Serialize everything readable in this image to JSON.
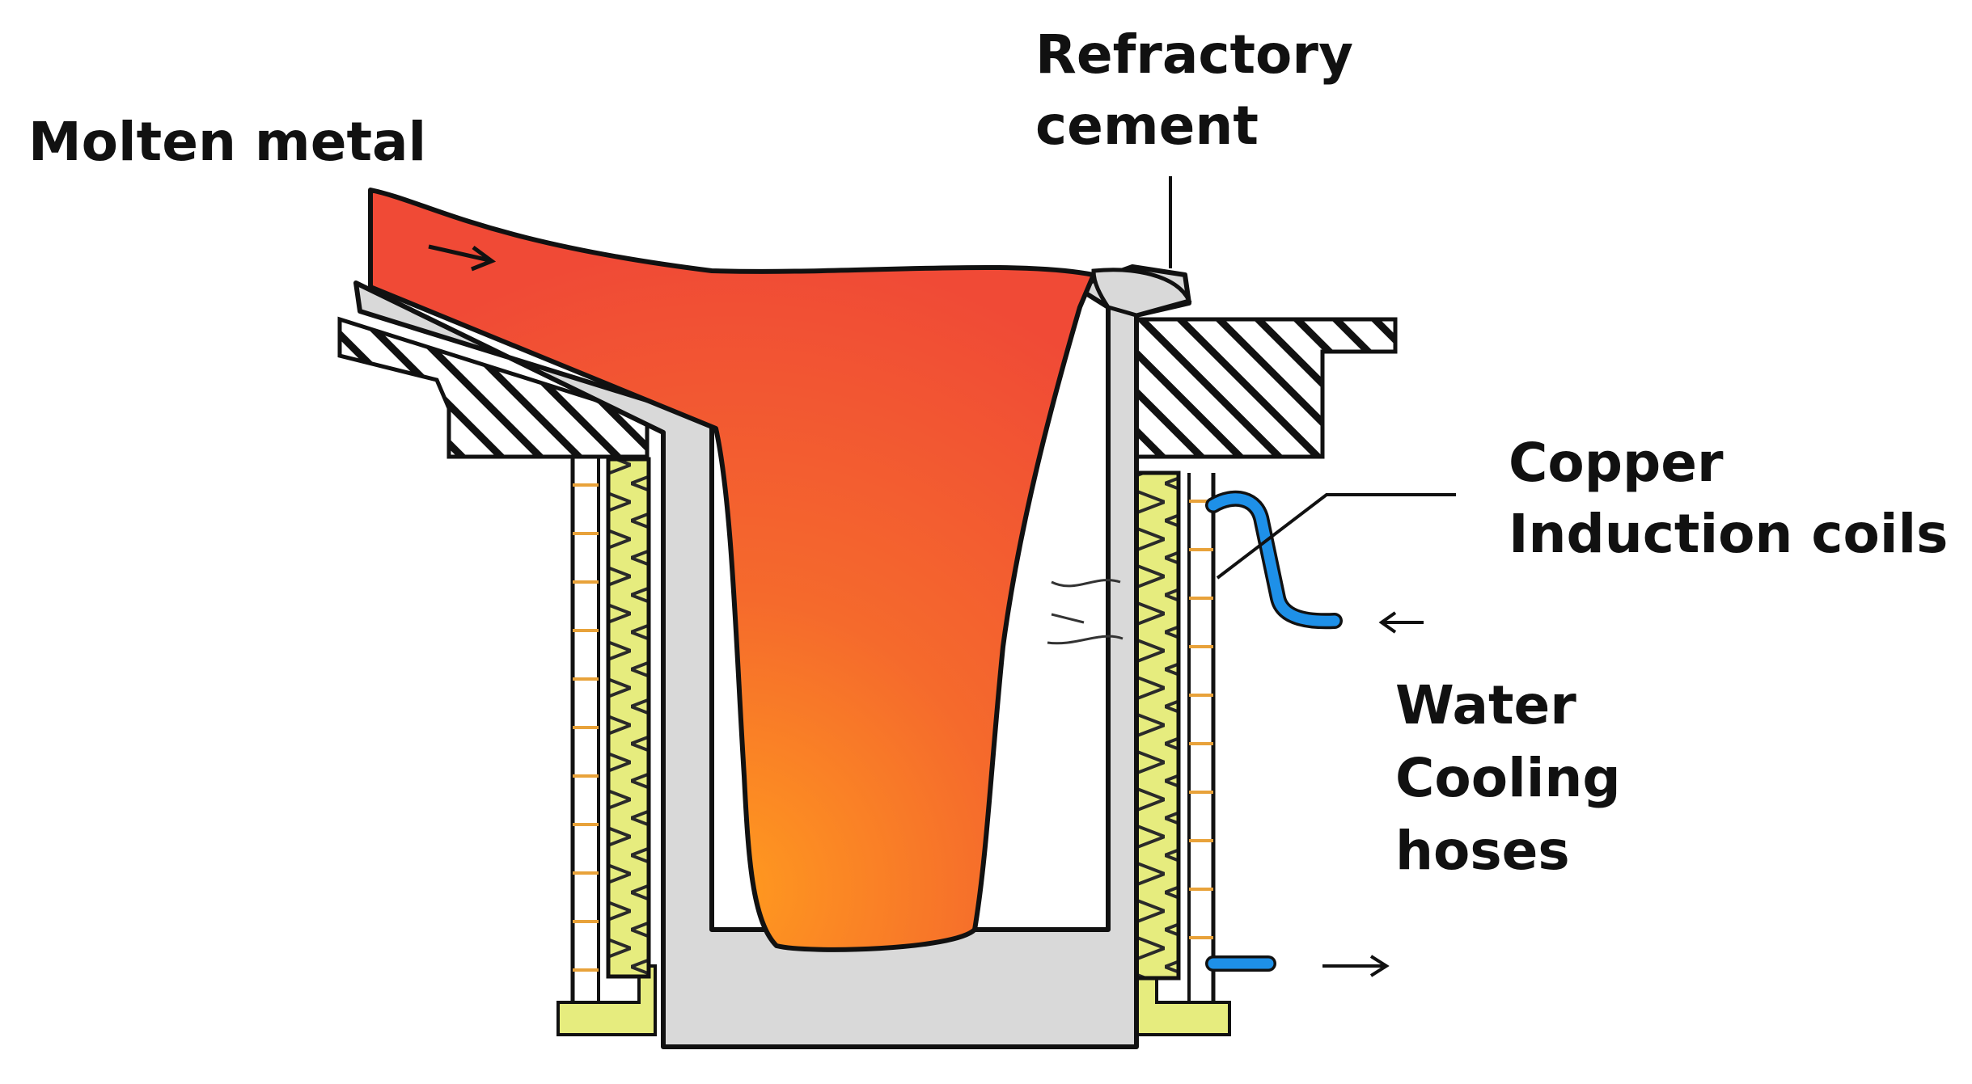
{
  "labels": {
    "molten_metal": "Molten metal",
    "refractory_line1": "Refractory",
    "refractory_line2": "cement",
    "copper_line1": "Copper",
    "copper_line2": "Induction coils",
    "water_line1": "Water",
    "water_line2": "Cooling",
    "water_line3": "hoses"
  },
  "colors": {
    "molten": "#f04a36",
    "molten_glow": "#ff9a1f",
    "refractory": "#d9d9d9",
    "coil": "#e6ec7e",
    "coil_wire": "#e8a23a",
    "hose": "#1e90e8",
    "outline": "#111111"
  }
}
